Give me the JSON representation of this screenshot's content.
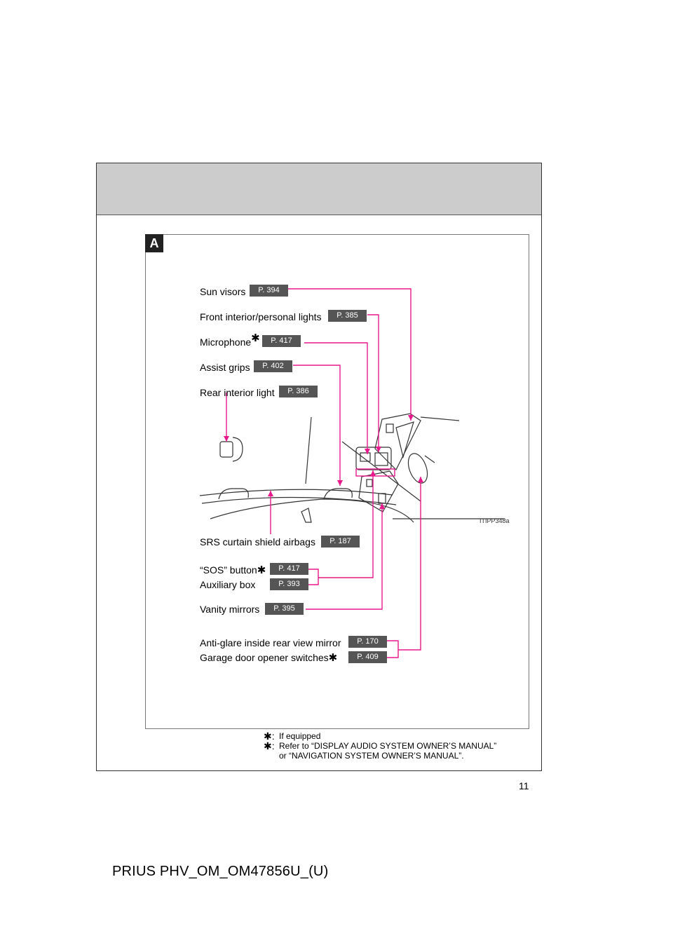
{
  "section_letter": "A",
  "figure_code": "ITIPP348a",
  "items": [
    {
      "label": "Sun visors",
      "page": "P. 394",
      "mark": ""
    },
    {
      "label": "Front interior/personal lights",
      "page": "P. 385",
      "mark": ""
    },
    {
      "label": "Microphone",
      "page": "P. 417",
      "mark": "✱"
    },
    {
      "label": "Assist grips",
      "page": "P. 402",
      "mark": ""
    },
    {
      "label": "Rear interior light",
      "page": "P. 386",
      "mark": ""
    },
    {
      "label": "SRS curtain shield airbags",
      "page": "P. 187",
      "mark": ""
    },
    {
      "label": "“SOS” button",
      "page": "P. 417",
      "mark": "✱"
    },
    {
      "label": "Auxiliary box",
      "page": "P. 393",
      "mark": ""
    },
    {
      "label": "Vanity mirrors",
      "page": "P. 395",
      "mark": ""
    },
    {
      "label": "Anti-glare inside rear view mirror",
      "page": "P. 170",
      "mark": ""
    },
    {
      "label": "Garage door opener switches",
      "page": "P. 409",
      "mark": "✱"
    }
  ],
  "footnotes": [
    {
      "mark": "✱:",
      "text": "If equipped"
    },
    {
      "mark": "✱:",
      "text": "Refer to “DISPLAY AUDIO SYSTEM OWNER’S MANUAL”"
    },
    {
      "mark": "",
      "text": "or “NAVIGATION SYSTEM OWNER’S MANUAL”."
    }
  ],
  "page_number": "11",
  "document_id": "PRIUS PHV_OM_OM47856U_(U)",
  "colors": {
    "leader": "#e8198c",
    "ref_bg": "#555555",
    "header_band": "#cccccc"
  }
}
